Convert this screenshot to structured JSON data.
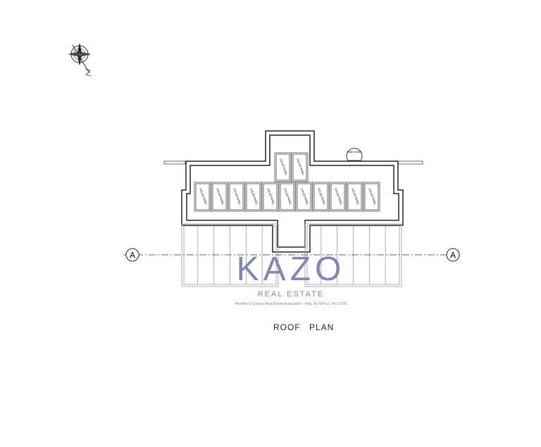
{
  "drawing": {
    "title": "ROOF PLAN",
    "section_marker": "A",
    "panel_label": "SOLAR PANEL",
    "water_heater_label": "Water heater",
    "panel_count": 13,
    "compass_label": "N"
  },
  "watermark": {
    "brand": "KAZO",
    "subtitle": "REAL ESTATE",
    "member_text": "Member of Cyprus Real Estate Association - Reg. No 604 Lic. No 372/E",
    "color": "#7f86b8"
  },
  "colors": {
    "line": "#222222",
    "panel": "#888888"
  }
}
